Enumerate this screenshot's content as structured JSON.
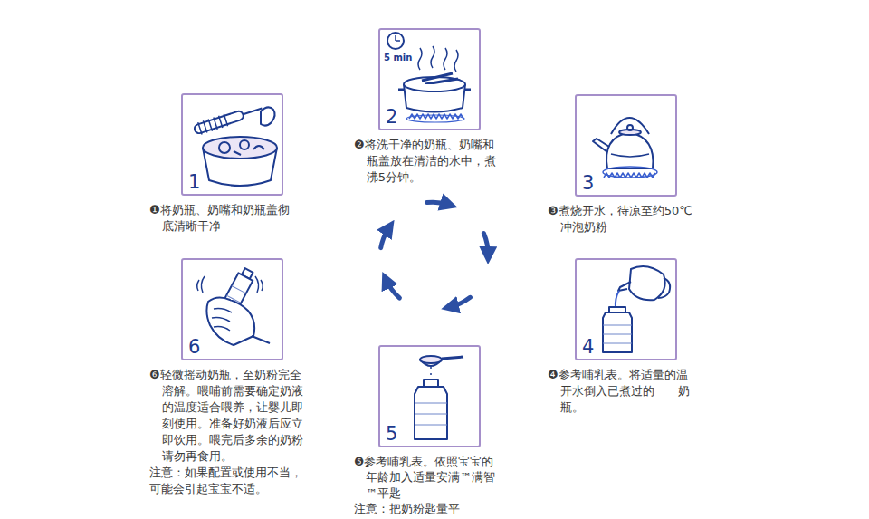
{
  "diagram": {
    "nodes": [
      {
        "text": [
          "1",
          "❶将奶瓶、奶嘴和奶瓶盖彻底清晰干净"
        ]
      },
      {
        "text": [
          "2",
          "❷将洗干净的奶瓶、奶嘴和瓶盖放在清洁的水中，煮沸5分钟。"
        ]
      },
      {
        "text": [
          "3",
          "❸煮烧开水，待凉至约50℃冲泡奶粉"
        ]
      },
      {
        "text": [
          "4",
          "❹参考哺乳表。将适量的温开水倒入已煮过的　　奶瓶。"
        ]
      },
      {
        "text": [
          "5",
          "❺参考哺乳表。依照宝宝的年龄加入适量安满™满智™平匙",
          "注意：把奶粉匙量平"
        ]
      },
      {
        "text": [
          "6",
          "❻轻微摇动奶瓶，至奶粉完全溶解。喂哺前需要确定奶液的温度适合喂养，让婴儿即刻使用。准备好奶液后应立即饮用。喂完后多余的奶粉请勿再食用。",
          "注意：如果配置或使用不当，可能会引起宝宝不适。"
        ]
      }
    ],
    "labels": [
      "5 min"
    ]
  }
}
